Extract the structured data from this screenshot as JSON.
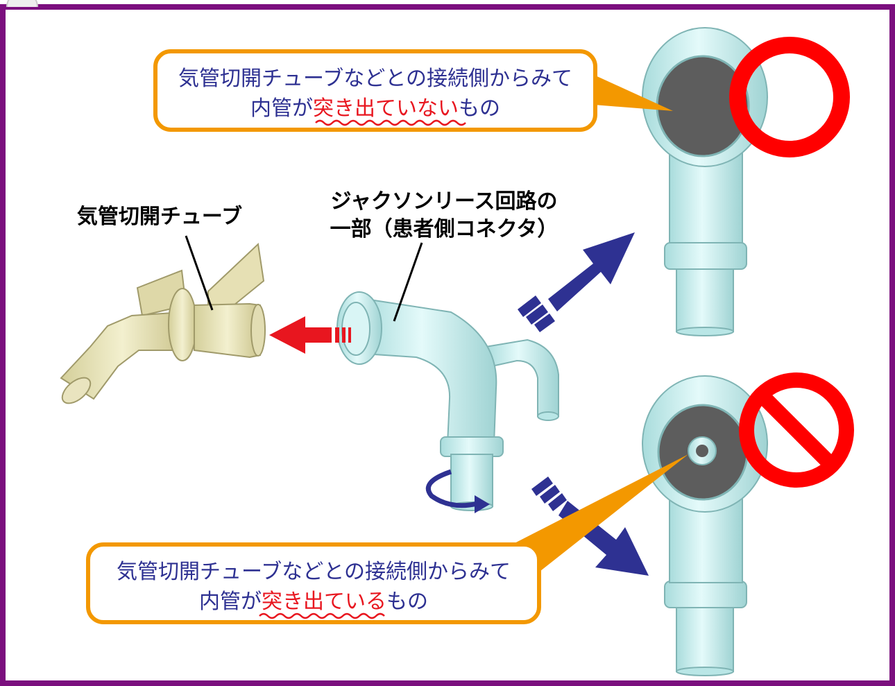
{
  "labels": {
    "trach_tube": "気管切開チューブ",
    "jackson_line1": "ジャクソンリース回路の",
    "jackson_line2": "一部（患者側コネクタ）"
  },
  "callout_ok": {
    "line1": "気管切開チューブなどとの接続側からみて",
    "line2_a": "内管が",
    "line2_b": "突き出ていない",
    "line2_c": "もの",
    "mark": "ok"
  },
  "callout_ng": {
    "line1": "気管切開チューブなどとの接続側からみて",
    "line2_a": "内管が",
    "line2_b": "突き出ている",
    "line2_c": "もの",
    "mark": "prohibited"
  },
  "colors": {
    "frame": "#7b0f7e",
    "callout_border": "#f39800",
    "text_blue": "#2e3192",
    "text_red": "#e8161f",
    "arrow_blue": "#2e3192",
    "arrow_red": "#e8161f",
    "connector": "#c9eeee",
    "trach_tube": "#e8e3b5",
    "inner_dark": "#5a5a5a"
  },
  "icons": [
    "ok-circle-icon",
    "prohibited-icon",
    "rotation-arrow-icon"
  ]
}
